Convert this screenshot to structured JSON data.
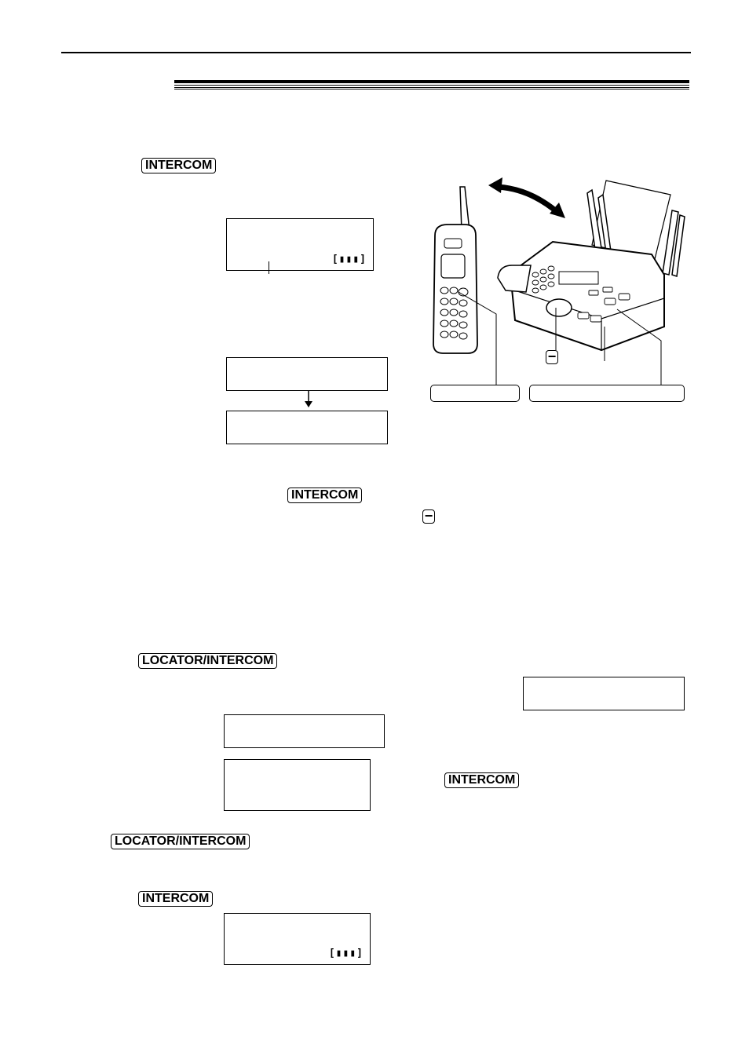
{
  "keys": {
    "intercom_1": "INTERCOM",
    "intercom_2": "INTERCOM",
    "minus": "−",
    "locator_intercom_1": "LOCATOR/INTERCOM",
    "intercom_3": "INTERCOM",
    "locator_intercom_2": "LOCATOR/INTERCOM",
    "intercom_4": "INTERCOM"
  },
  "displays": {
    "battery_1": "[▮▮▮]",
    "battery_2": "[▮▮▮]"
  },
  "illustration": {
    "minus_key": "−"
  }
}
